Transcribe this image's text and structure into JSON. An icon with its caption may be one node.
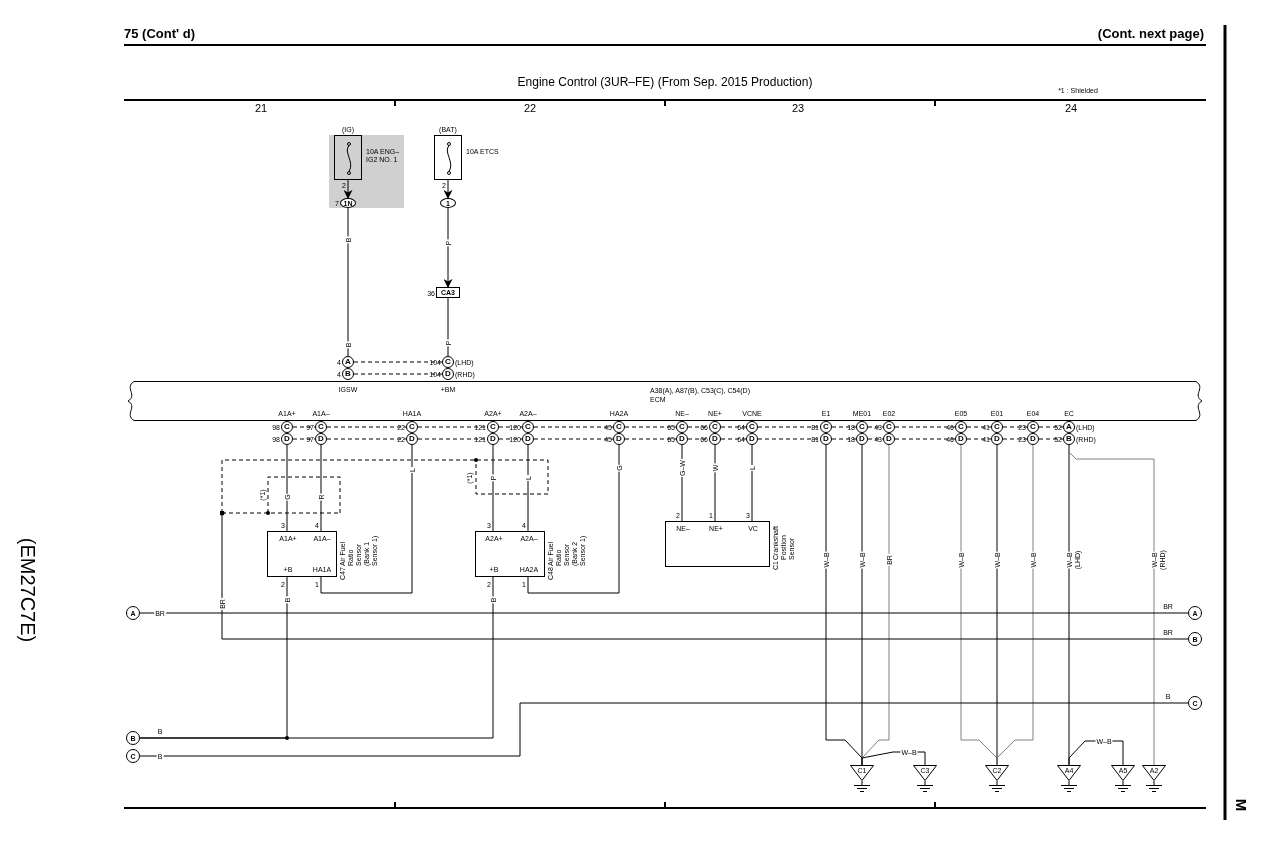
{
  "diagram": {
    "title": "Engine Control (3UR–FE) (From Sep.  2015 Production)",
    "nodes": [
      {
        "text": [
          "(IG)",
          "10A ENG–IG2 NO. 1"
        ],
        "beside": [
          "2"
        ]
      },
      {
        "text": [
          "1N"
        ],
        "beside": [
          "7"
        ]
      },
      {
        "text": [
          "(BAT)",
          "10A ETCS"
        ],
        "beside": [
          "2"
        ]
      },
      {
        "text": [
          "1"
        ]
      },
      {
        "text": [
          "CA3"
        ],
        "beside": [
          "36"
        ]
      },
      {
        "text": [
          "A38(A), A87(B), C53(C), C54(D)",
          "ECM"
        ]
      },
      {
        "text": [
          "A"
        ],
        "beside": [
          "4"
        ]
      },
      {
        "text": [
          "B"
        ],
        "beside": [
          "4"
        ]
      },
      {
        "text": [
          "C"
        ],
        "beside": [
          "104",
          "(LHD)"
        ]
      },
      {
        "text": [
          "D"
        ],
        "beside": [
          "104",
          "(RHD)"
        ]
      },
      {
        "text": [
          "C"
        ],
        "beside": [
          "98"
        ]
      },
      {
        "text": [
          "C"
        ],
        "beside": [
          "97"
        ]
      },
      {
        "text": [
          "C"
        ],
        "beside": [
          "22"
        ]
      },
      {
        "text": [
          "C"
        ],
        "beside": [
          "121"
        ]
      },
      {
        "text": [
          "C"
        ],
        "beside": [
          "120"
        ]
      },
      {
        "text": [
          "C"
        ],
        "beside": [
          "45"
        ]
      },
      {
        "text": [
          "C"
        ],
        "beside": [
          "65"
        ]
      },
      {
        "text": [
          "C"
        ],
        "beside": [
          "66"
        ]
      },
      {
        "text": [
          "C"
        ],
        "beside": [
          "64"
        ]
      },
      {
        "text": [
          "C"
        ],
        "beside": [
          "81"
        ]
      },
      {
        "text": [
          "C"
        ],
        "beside": [
          "18"
        ]
      },
      {
        "text": [
          "C"
        ],
        "beside": [
          "43"
        ]
      },
      {
        "text": [
          "C"
        ],
        "beside": [
          "46"
        ]
      },
      {
        "text": [
          "C"
        ],
        "beside": [
          "41"
        ]
      },
      {
        "text": [
          "C"
        ],
        "beside": [
          "23"
        ]
      },
      {
        "text": [
          "A"
        ],
        "beside": [
          "52",
          "(LHD)"
        ]
      },
      {
        "text": [
          "D"
        ],
        "beside": [
          "98"
        ]
      },
      {
        "text": [
          "D"
        ],
        "beside": [
          "97"
        ]
      },
      {
        "text": [
          "D"
        ],
        "beside": [
          "22"
        ]
      },
      {
        "text": [
          "D"
        ],
        "beside": [
          "121"
        ]
      },
      {
        "text": [
          "D"
        ],
        "beside": [
          "120"
        ]
      },
      {
        "text": [
          "D"
        ],
        "beside": [
          "45"
        ]
      },
      {
        "text": [
          "D"
        ],
        "beside": [
          "65"
        ]
      },
      {
        "text": [
          "D"
        ],
        "beside": [
          "66"
        ]
      },
      {
        "text": [
          "D"
        ],
        "beside": [
          "64"
        ]
      },
      {
        "text": [
          "D"
        ],
        "beside": [
          "81"
        ]
      },
      {
        "text": [
          "D"
        ],
        "beside": [
          "18"
        ]
      },
      {
        "text": [
          "D"
        ],
        "beside": [
          "43"
        ]
      },
      {
        "text": [
          "D"
        ],
        "beside": [
          "46"
        ]
      },
      {
        "text": [
          "D"
        ],
        "beside": [
          "41"
        ]
      },
      {
        "text": [
          "D"
        ],
        "beside": [
          "23"
        ]
      },
      {
        "text": [
          "B"
        ],
        "beside": [
          "52",
          "(RHD)"
        ]
      },
      {
        "text": [
          "A1A+",
          "A1A–",
          "+B",
          "HA1A"
        ],
        "beside": [
          "3",
          "4",
          "2",
          "1",
          "C47",
          "Air Fuel Ratio Sensor (Bank 1 Sensor 1)"
        ]
      },
      {
        "text": [
          "A2A+",
          "A2A–",
          "+B",
          "HA2A"
        ],
        "beside": [
          "3",
          "4",
          "2",
          "1",
          "C48",
          "Air Fuel Ratio Sensor (Bank 2 Sensor 1)"
        ]
      },
      {
        "text": [
          "NE–",
          "NE+",
          "VC"
        ],
        "beside": [
          "2",
          "1",
          "3",
          "C1",
          "Crankshaft Position Sensor"
        ]
      },
      {
        "text": [
          "A"
        ]
      },
      {
        "text": [
          "B"
        ]
      },
      {
        "text": [
          "C"
        ]
      },
      {
        "text": [
          "A"
        ]
      },
      {
        "text": [
          "B"
        ]
      },
      {
        "text": [
          "C"
        ]
      },
      {
        "text": [
          "C1"
        ]
      },
      {
        "text": [
          "C3"
        ]
      },
      {
        "text": [
          "C2"
        ]
      },
      {
        "text": [
          "A4"
        ]
      },
      {
        "text": [
          "A5"
        ]
      },
      {
        "text": [
          "A2"
        ]
      }
    ],
    "edges": [
      {
        "from": 0,
        "to": 1,
        "arrow": "to"
      },
      {
        "from": 2,
        "to": 3,
        "arrow": "to"
      },
      {
        "from": 3,
        "to": 4,
        "arrow": "to",
        "label": "P"
      },
      {
        "from": 4,
        "to": 8,
        "arrow": "none",
        "label": "P"
      },
      {
        "from": 1,
        "to": 6,
        "arrow": "none",
        "label": "B"
      },
      {
        "from": 6,
        "to": 8,
        "arrow": "none",
        "style": "dashed"
      },
      {
        "from": 7,
        "to": 9,
        "arrow": "none",
        "style": "dashed"
      },
      {
        "from": 10,
        "to": 11,
        "arrow": "none",
        "style": "dashed"
      },
      {
        "from": 11,
        "to": 12,
        "arrow": "none",
        "style": "dashed"
      },
      {
        "from": 12,
        "to": 13,
        "arrow": "none",
        "style": "dashed"
      },
      {
        "from": 13,
        "to": 14,
        "arrow": "none",
        "style": "dashed"
      },
      {
        "from": 14,
        "to": 15,
        "arrow": "none",
        "style": "dashed"
      },
      {
        "from": 15,
        "to": 16,
        "arrow": "none",
        "style": "dashed"
      },
      {
        "from": 16,
        "to": 17,
        "arrow": "none",
        "style": "dashed"
      },
      {
        "from": 17,
        "to": 18,
        "arrow": "none",
        "style": "dashed"
      },
      {
        "from": 18,
        "to": 19,
        "arrow": "none",
        "style": "dashed"
      },
      {
        "from": 19,
        "to": 20,
        "arrow": "none",
        "style": "dashed"
      },
      {
        "from": 20,
        "to": 21,
        "arrow": "none",
        "style": "dashed"
      },
      {
        "from": 21,
        "to": 22,
        "arrow": "none",
        "style": "dashed"
      },
      {
        "from": 22,
        "to": 23,
        "arrow": "none",
        "style": "dashed"
      },
      {
        "from": 23,
        "to": 24,
        "arrow": "none",
        "style": "dashed"
      },
      {
        "from": 24,
        "to": 25,
        "arrow": "none",
        "style": "dashed"
      },
      {
        "from": 26,
        "to": 27,
        "arrow": "none",
        "style": "dashed"
      },
      {
        "from": 27,
        "to": 28,
        "arrow": "none",
        "style": "dashed"
      },
      {
        "from": 28,
        "to": 29,
        "arrow": "none",
        "style": "dashed"
      },
      {
        "from": 29,
        "to": 30,
        "arrow": "none",
        "style": "dashed"
      },
      {
        "from": 30,
        "to": 31,
        "arrow": "none",
        "style": "dashed"
      },
      {
        "from": 31,
        "to": 32,
        "arrow": "none",
        "style": "dashed"
      },
      {
        "from": 32,
        "to": 33,
        "arrow": "none",
        "style": "dashed"
      },
      {
        "from": 33,
        "to": 34,
        "arrow": "none",
        "style": "dashed"
      },
      {
        "from": 34,
        "to": 35,
        "arrow": "none",
        "style": "dashed"
      },
      {
        "from": 35,
        "to": 36,
        "arrow": "none",
        "style": "dashed"
      },
      {
        "from": 36,
        "to": 37,
        "arrow": "none",
        "style": "dashed"
      },
      {
        "from": 37,
        "to": 38,
        "arrow": "none",
        "style": "dashed"
      },
      {
        "from": 38,
        "to": 39,
        "arrow": "none",
        "style": "dashed"
      },
      {
        "from": 39,
        "to": 40,
        "arrow": "none",
        "style": "dashed"
      },
      {
        "from": 40,
        "to": 41,
        "arrow": "none",
        "style": "dashed"
      },
      {
        "from": 26,
        "to": 42,
        "arrow": "none",
        "label": "G"
      },
      {
        "from": 27,
        "to": 42,
        "arrow": "none",
        "label": "R"
      },
      {
        "from": 28,
        "to": 42,
        "arrow": "none",
        "label": "L"
      },
      {
        "from": 29,
        "to": 43,
        "arrow": "none",
        "label": "P"
      },
      {
        "from": 30,
        "to": 43,
        "arrow": "none",
        "label": "L"
      },
      {
        "from": 31,
        "to": 43,
        "arrow": "none",
        "label": "G"
      },
      {
        "from": 32,
        "to": 44,
        "arrow": "none",
        "label": "G–W"
      },
      {
        "from": 33,
        "to": 44,
        "arrow": "none",
        "label": "W"
      },
      {
        "from": 34,
        "to": 44,
        "arrow": "none",
        "label": "L"
      },
      {
        "from": 35,
        "to": 51,
        "arrow": "none",
        "label": "W–B"
      },
      {
        "from": 36,
        "to": 51,
        "arrow": "none",
        "label": "W–B"
      },
      {
        "from": 37,
        "to": 51,
        "arrow": "none",
        "label": "BR",
        "color": "#808080"
      },
      {
        "from": 38,
        "to": 53,
        "arrow": "none",
        "label": "W–B",
        "color": "#808080"
      },
      {
        "from": 39,
        "to": 53,
        "arrow": "none",
        "label": "W–B"
      },
      {
        "from": 40,
        "to": 53,
        "arrow": "none",
        "label": "W–B",
        "color": "#808080"
      },
      {
        "from": 41,
        "to": 54,
        "arrow": "none",
        "label": "W–B"
      },
      {
        "from": 41,
        "to": 56,
        "arrow": "none",
        "label": "W–B",
        "color": "#808080"
      },
      {
        "from": 51,
        "to": 52,
        "arrow": "none",
        "label": "W–B"
      },
      {
        "from": 54,
        "to": 55,
        "arrow": "none",
        "label": "W–B"
      },
      {
        "from": 42,
        "to": 46,
        "arrow": "none",
        "label": "B"
      },
      {
        "from": 43,
        "to": 46,
        "arrow": "none",
        "label": "B"
      },
      {
        "from": 45,
        "to": 48,
        "arrow": "none",
        "label": "BR"
      },
      {
        "from": 47,
        "to": 50,
        "arrow": "none",
        "label": "B"
      },
      {
        "from": null,
        "to": 49,
        "arrow": "other",
        "label": "BR"
      }
    ],
    "labels": [
      "75 (Cont' d)",
      "(Cont.  next page)",
      "*1 : Shielded",
      "21",
      "22",
      "23",
      "24",
      "B",
      "IGSW",
      "+BM",
      "A1A+",
      "A1A–",
      "HA1A",
      "A2A+",
      "A2A–",
      "HA2A",
      "NE–",
      "NE+",
      "VCNE",
      "E1",
      "ME01",
      "E02",
      "E05",
      "E01",
      "E04",
      "EC",
      "(*1)",
      "(*1)",
      "B",
      "BR",
      "BR",
      "B",
      "(LHD)",
      "(RHD)",
      "(EM27C7E)",
      "M"
    ]
  }
}
